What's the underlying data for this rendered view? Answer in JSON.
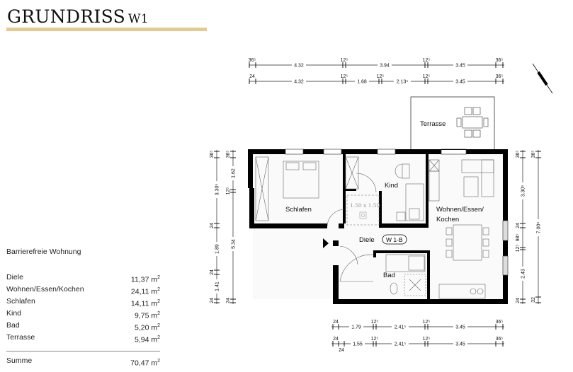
{
  "header": {
    "title": "GRUNDRISS",
    "subtitle": "W1"
  },
  "apartment_type": "Barrierefreie Wohnung",
  "rooms": [
    {
      "name": "Diele",
      "area": "11,37",
      "unit": "m",
      "exp": "2"
    },
    {
      "name": "Wohnen/Essen/Kochen",
      "area": "24,11",
      "unit": "m",
      "exp": "2"
    },
    {
      "name": "Schlafen",
      "area": "14,11",
      "unit": "m",
      "exp": "2"
    },
    {
      "name": "Kind",
      "area": "9,75",
      "unit": "m",
      "exp": "2"
    },
    {
      "name": "Bad",
      "area": "5,20",
      "unit": "m",
      "exp": "2"
    },
    {
      "name": "Terrasse",
      "area": "5,94",
      "unit": "m",
      "exp": "2"
    }
  ],
  "total": {
    "name": "Summe",
    "area": "70,47",
    "unit": "m",
    "exp": "2"
  },
  "plan": {
    "labels": {
      "schlafen": "Schlafen",
      "kind": "Kind",
      "wohnen1": "Wohnen/Essen/",
      "wohnen2": "Kochen",
      "diele": "Diele",
      "bad": "Bad",
      "terrasse": "Terrasse",
      "unit_tag": "W 1-B",
      "turning_circle": "1.50 x 1.50"
    },
    "dims": {
      "top1": [
        "36⁵",
        "4.32",
        "12⁵",
        "3.94",
        "12⁵",
        "3.45",
        "36⁵"
      ],
      "top2": [
        "24",
        "4.32",
        "12⁵",
        "1.68",
        "12⁵",
        "2.13⁵",
        "12⁵",
        "3.45",
        "36⁵"
      ],
      "left1": [
        "36⁵",
        "3.30⁵",
        "24",
        "1.89",
        "24",
        "1.41",
        "24"
      ],
      "left2": [
        "36⁵",
        "1.62",
        "12⁵",
        "5.34",
        "24"
      ],
      "right1": [
        "36⁵",
        "3.30⁵",
        "24",
        "98⁵",
        "12⁵",
        "2.43",
        "24"
      ],
      "right2": [
        "36⁵",
        "7.00⁵",
        "32"
      ],
      "bottom1": [
        "24",
        "1.79",
        "12⁵",
        "2.41⁵",
        "12⁵",
        "3.45",
        "36⁵"
      ],
      "bottom2": [
        "24",
        "24",
        "1.55",
        "12⁵",
        "2.41⁵",
        "12⁵",
        "3.45",
        "36⁵"
      ]
    }
  }
}
